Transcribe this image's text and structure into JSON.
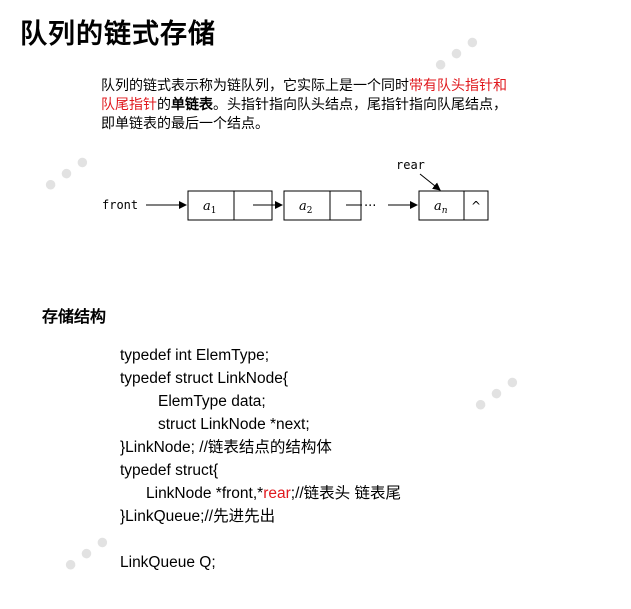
{
  "title": "队列的链式存储",
  "intro": {
    "part1": "队列的链式表示称为链队列，它实际上是一个同时",
    "highlight": "带有队头指针和队尾指针",
    "part2": "的",
    "bold": "单链表",
    "part3": "。头指针指向队头结点，尾指针指向队尾结点，即单链表的最后一个结点。"
  },
  "diagram": {
    "front_label": "front",
    "rear_label": "rear",
    "node1": "a",
    "node1_sub": "1",
    "node2": "a",
    "node2_sub": "2",
    "ellipsis": "···",
    "node3": "a",
    "node3_sub": "n",
    "null_mark": "^"
  },
  "section_title": "存储结构",
  "code": {
    "line1": "typedef int ElemType;",
    "line2": "typedef struct LinkNode{",
    "line3": "ElemType data;",
    "line4": "struct LinkNode *next;",
    "line5": "}LinkNode;  //链表结点的结构体",
    "line6": "typedef struct{",
    "line7_a": "LinkNode *front,*",
    "line7_red": "rear",
    "line7_b": ";//链表头 链表尾",
    "line8": "}LinkQueue;//先进先出",
    "line9": "LinkQueue Q;"
  },
  "colors": {
    "highlight": "#e0191e",
    "text": "#000000",
    "watermark": "#e2e2e2"
  }
}
